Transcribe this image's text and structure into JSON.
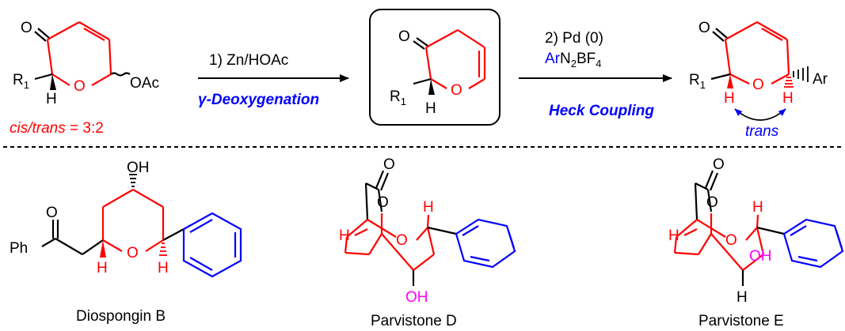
{
  "colors": {
    "black": "#000000",
    "red": "#ff0000",
    "blue": "#0000ff",
    "magenta": "#ff00ff"
  },
  "labels": {
    "O": "O",
    "H": "H",
    "R": "R",
    "sub1": "1",
    "OAc": "OAc",
    "Ar": "Ar",
    "Ph": "Ph",
    "OH": "OH"
  },
  "reactant": {
    "ratio_label": "cis/trans",
    "ratio_value": " = 3:2"
  },
  "step1": {
    "reagent": "1) Zn/HOAc",
    "name": "γ-Deoxygenation"
  },
  "step2": {
    "reagent_line1": "2) Pd (0)",
    "ar": "Ar",
    "n": "N",
    "n_sub": "2",
    "bf": "BF",
    "bf_sub": "4",
    "name": "Heck Coupling"
  },
  "product": {
    "trans_label": "trans"
  },
  "compounds": [
    {
      "name": "Diospongin B"
    },
    {
      "name": "Parvistone D"
    },
    {
      "name": "Parvistone E"
    }
  ]
}
